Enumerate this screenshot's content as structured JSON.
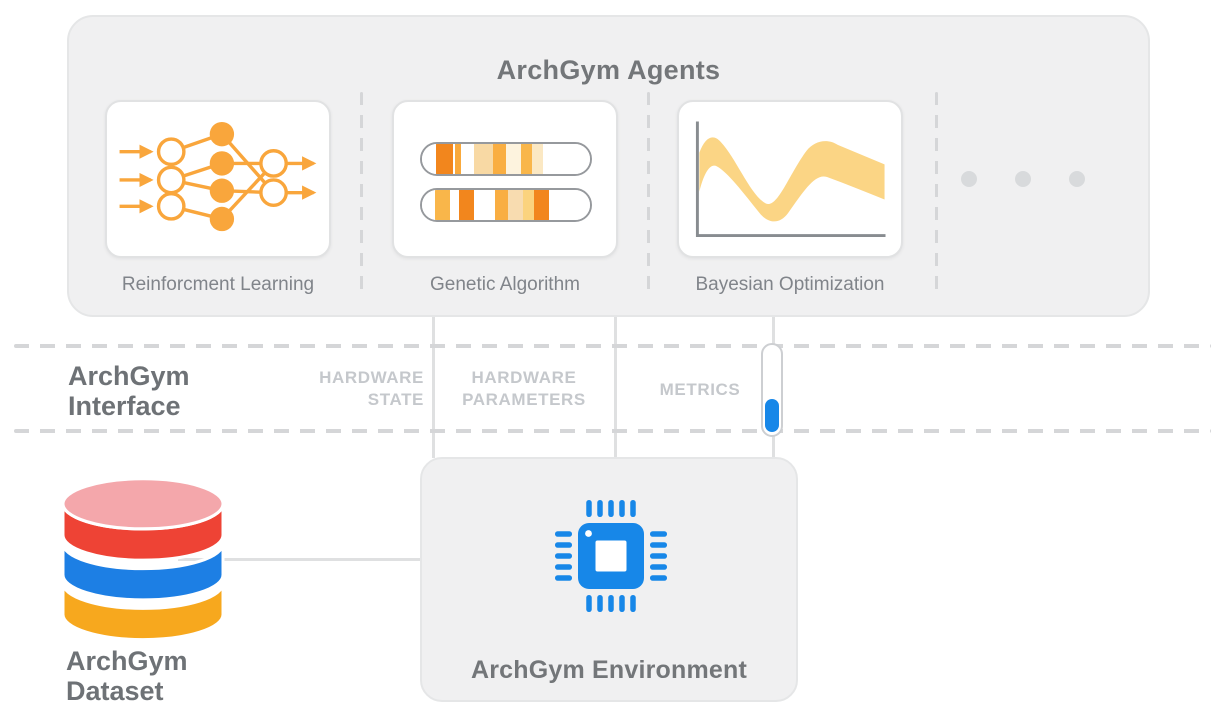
{
  "agents": {
    "title": "ArchGym Agents",
    "cards": [
      {
        "label": "Reinforcment Learning",
        "icon": "neural-network-icon"
      },
      {
        "label": "Genetic Algorithm",
        "icon": "chromosome-icon"
      },
      {
        "label": "Bayesian Optimization",
        "icon": "uncertainty-band-chart-icon"
      }
    ],
    "ellipsis_dots": 3
  },
  "interface": {
    "title_line1": "ArchGym",
    "title_line2": "Interface",
    "signals": [
      "HARDWARE STATE",
      "HARDWARE PARAMETERS",
      "METRICS"
    ]
  },
  "dataset": {
    "title_line1": "ArchGym",
    "title_line2": "Dataset",
    "icon": "database-icon"
  },
  "environment": {
    "title": "ArchGym Environment",
    "icon": "chip-icon"
  },
  "icons": {
    "chip": {
      "pins_per_side": 5
    },
    "genetic": {
      "chromosomes": [
        [
          {
            "color": "#FFFFFF",
            "w": 14
          },
          {
            "color": "#F2861D",
            "w": 17
          },
          {
            "color": "#FFFFFF",
            "w": 2
          },
          {
            "color": "#F9A93C",
            "w": 6
          },
          {
            "color": "#FFFFFF",
            "w": 13
          },
          {
            "color": "#F8D9A4",
            "w": 19
          },
          {
            "color": "#F9AE42",
            "w": 13
          },
          {
            "color": "#FDF3DE",
            "w": 15
          },
          {
            "color": "#F9B64A",
            "w": 11
          },
          {
            "color": "#FBE8C3",
            "w": 11
          },
          {
            "color": "#FFFFFF",
            "w": 51
          }
        ],
        [
          {
            "color": "#FFFFFF",
            "w": 13
          },
          {
            "color": "#F9B64A",
            "w": 15
          },
          {
            "color": "#FFFFFF",
            "w": 9
          },
          {
            "color": "#F2861D",
            "w": 15
          },
          {
            "color": "#FFFFFF",
            "w": 21
          },
          {
            "color": "#F9AE42",
            "w": 13
          },
          {
            "color": "#F8DCB0",
            "w": 15
          },
          {
            "color": "#FBD37E",
            "w": 11
          },
          {
            "color": "#F2861D",
            "w": 15
          },
          {
            "color": "#FFFFFF",
            "w": 45
          }
        ]
      ]
    }
  },
  "colors": {
    "orange": "#F9A63C",
    "blue": "#1787E8",
    "panel": "#F0F0F1",
    "panel-border": "#E5E6E7",
    "card-border": "#E1E2E3",
    "line": "#DFE0E1",
    "dash": "#D5D6D8",
    "dot": "#D8DADC",
    "title": "#737679",
    "dark": "#6E7276",
    "label": "#80848A",
    "faded": "#C5C8CC",
    "pill-border": "#CDCFD2",
    "capsule-border": "#96999D",
    "axis": "#888C90",
    "band": "#FBD585",
    "db-red": "#EE4335",
    "db-blue": "#1D7FE4",
    "db-yellow": "#F7A81E",
    "db-pink": "#F4A7AB"
  }
}
